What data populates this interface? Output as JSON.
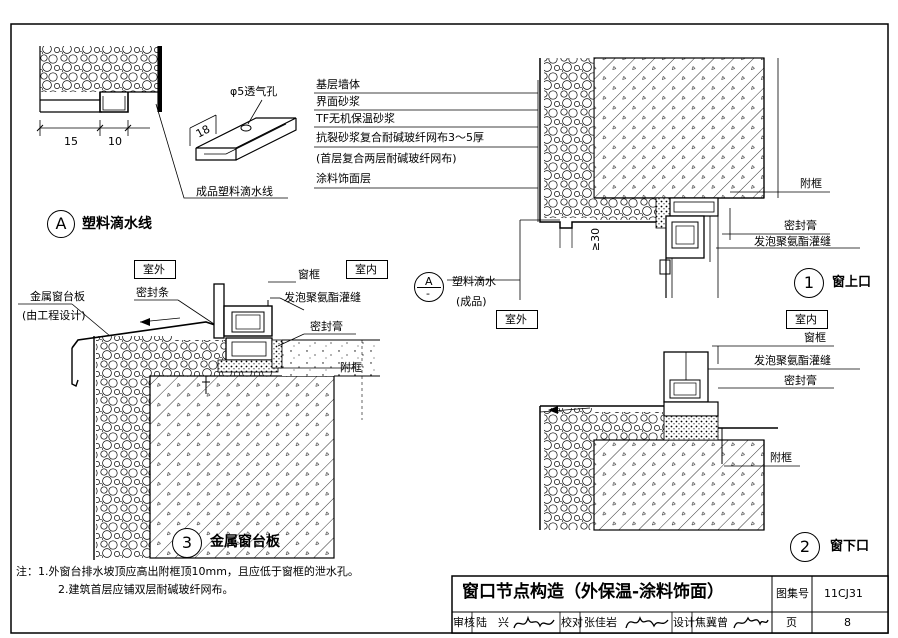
{
  "detail_a": {
    "circle": "A",
    "title": "塑料滴水线",
    "hole_label": "φ5透气孔",
    "dim_15": "15",
    "dim_10": "10",
    "dim_18": "18",
    "product_label": "成品塑料滴水线"
  },
  "layers": [
    "基层墙体",
    "界面砂浆",
    "TF无机保温砂浆",
    "抗裂砂浆复合耐碱玻纤网布3～5厚",
    "(首层复合两层耐碱玻纤网布)",
    "涂料饰面层"
  ],
  "detail_1": {
    "circle": "1",
    "title": "窗上口",
    "attach_frame": "附框",
    "sealant": "密封膏",
    "foam": "发泡聚氨酯灌缝",
    "dim_30": "≥30",
    "drip_ref_top": "A",
    "drip_ref_bottom": "-",
    "drip_label": "塑料滴水",
    "drip_sub": "(成品)",
    "outdoor": "室外",
    "indoor": "室内"
  },
  "detail_2": {
    "circle": "2",
    "title": "窗下口",
    "frame": "窗框",
    "foam": "发泡聚氨酯灌缝",
    "sealant": "密封膏",
    "attach_frame": "附框"
  },
  "detail_3": {
    "circle": "3",
    "title": "金属窗台板",
    "outdoor": "室外",
    "indoor": "室内",
    "sill_label": "金属窗台板",
    "sill_sub": "(由工程设计)",
    "seal_strip": "密封条",
    "frame": "窗框",
    "foam": "发泡聚氨酯灌缝",
    "sealant": "密封膏",
    "attach_frame": "附框"
  },
  "notes": [
    "注：1.外窗台排水坡顶应高出附框顶10mm，且应低于窗框的泄水孔。",
    "2.建筑首层应铺双层耐碱玻纤网布。"
  ],
  "title_block": {
    "title": "窗口节点构造（外保温-涂料饰面）",
    "atlas_label": "图集号",
    "atlas_no": "11CJ31",
    "page_label": "页",
    "page_no": "8",
    "review_label": "审核",
    "review_name": "陆　兴",
    "check_label": "校对",
    "check_name": "张佳岩",
    "design_label": "设计",
    "design_name": "焦冀曾"
  }
}
